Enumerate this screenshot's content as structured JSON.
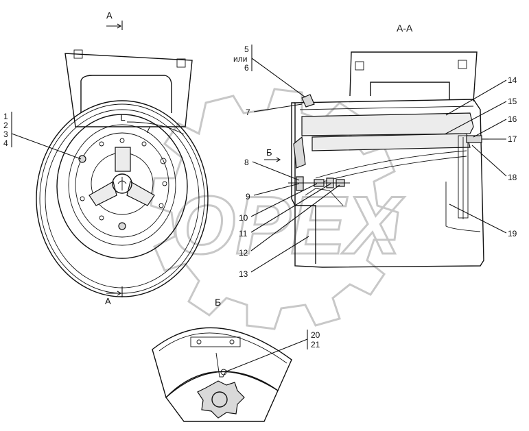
{
  "views": {
    "section_top_label": "A",
    "section_bottom_label": "A",
    "section_view_title": "А-А",
    "detail_view_title": "Б",
    "arrow_b_label": "Б",
    "angle_mark": "L",
    "angle_digit": "7"
  },
  "callouts": {
    "group_left": [
      "1",
      "2",
      "3",
      "4"
    ],
    "group_top": [
      "5",
      "или",
      "6"
    ],
    "group_bottom": [
      "20",
      "21"
    ],
    "n7": "7",
    "n8": "8",
    "n9": "9",
    "n10": "10",
    "n11": "11",
    "n12": "12",
    "n13": "13",
    "n14": "14",
    "n15": "15",
    "n16": "16",
    "n17": "17",
    "n18": "18",
    "n19": "19"
  },
  "watermark": {
    "text": "OPEX"
  }
}
